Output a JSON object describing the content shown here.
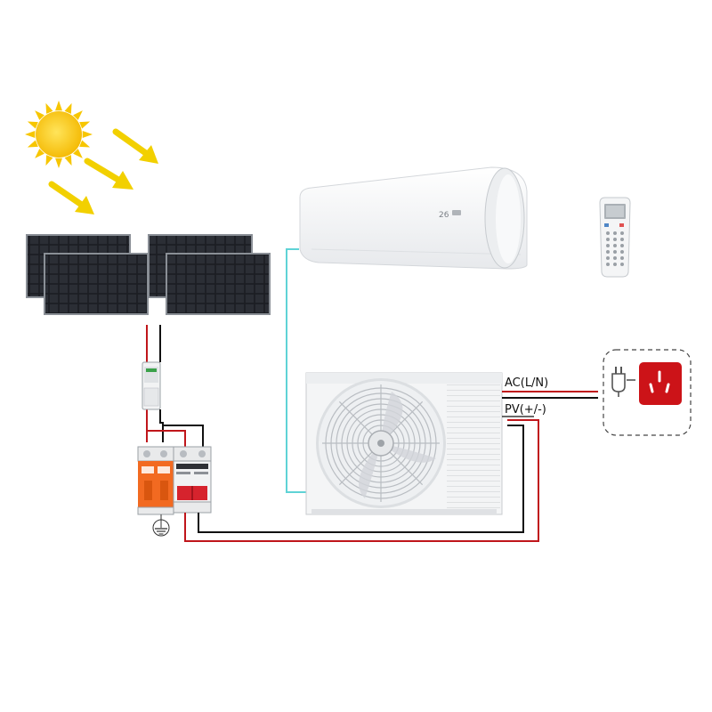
{
  "labels": {
    "ac": "AC(L/N)",
    "pv": "PV(+/-)"
  },
  "indoor_unit": {
    "display": "26"
  },
  "colors": {
    "red_wire": "#c0161b",
    "black_wire": "#111111",
    "cyan_pipe": "#5fd3d6",
    "sun": "#f7c600",
    "arrow": "#f2d000",
    "breaker_orange": "#f26a21",
    "breaker_red": "#d6232d",
    "socket_red": "#cc1318"
  },
  "icons": {
    "sun": "sun-icon",
    "ground": "ground-icon",
    "plug": "plug-icon",
    "socket": "socket-icon"
  }
}
